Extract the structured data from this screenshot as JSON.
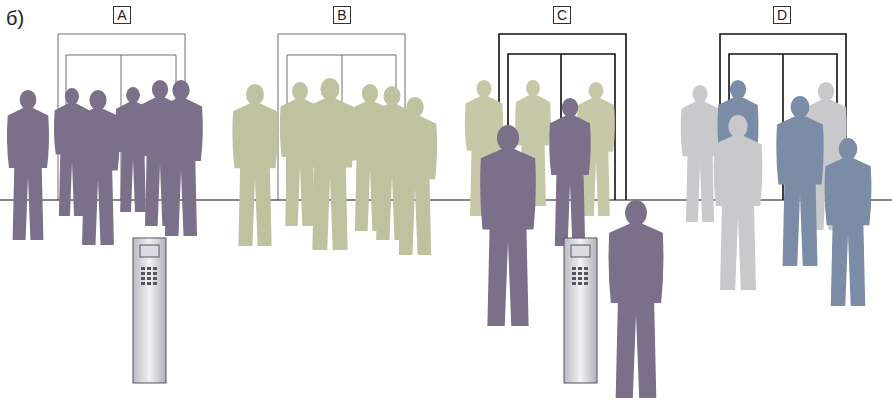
{
  "diagram": {
    "nodes": [
      {
        "text": [
          "A"
        ]
      },
      {
        "text": [
          "B"
        ]
      },
      {
        "text": [
          "C"
        ]
      },
      {
        "text": [
          "D"
        ]
      }
    ],
    "labels": [
      "б)"
    ]
  }
}
